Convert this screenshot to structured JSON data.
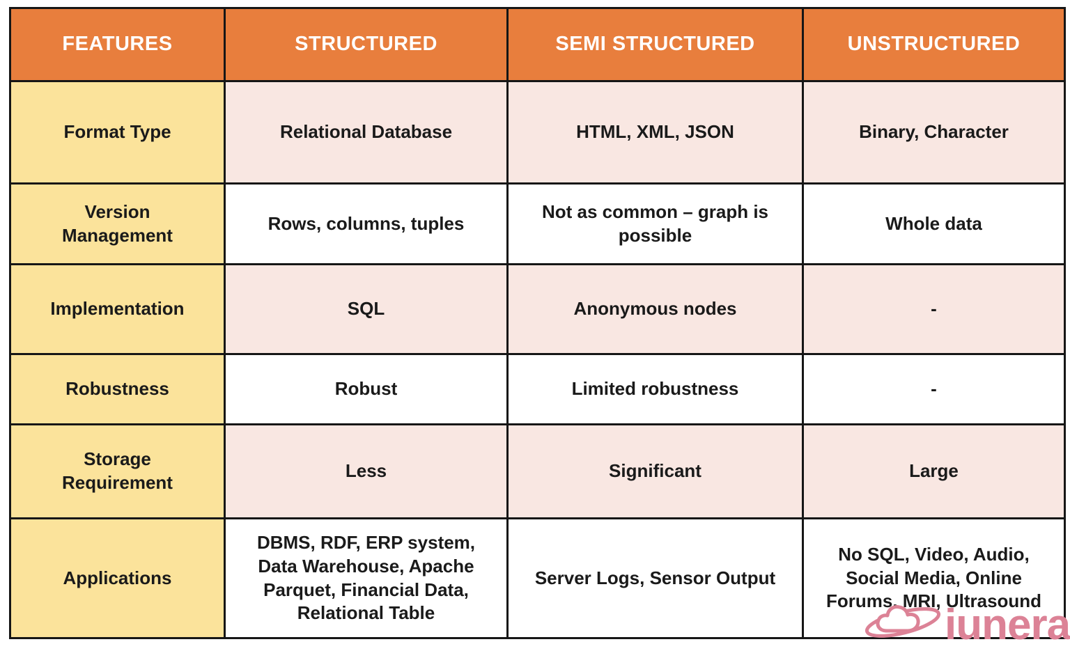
{
  "colors": {
    "header_bg": "#E87E3D",
    "header_text": "#FFFFFF",
    "feature_column_bg": "#FBE39B",
    "row_pink_bg": "#F9E7E2",
    "row_white_bg": "#FFFFFF",
    "border": "#161616",
    "body_text": "#1A1A1A",
    "logo_pink": "#DC8296"
  },
  "table": {
    "headers": [
      "FEATURES",
      "STRUCTURED",
      "SEMI STRUCTURED",
      "UNSTRUCTURED"
    ],
    "rows": [
      {
        "feature": "Format Type",
        "structured": "Relational Database",
        "semi_structured": "HTML, XML, JSON",
        "unstructured": "Binary, Character"
      },
      {
        "feature": "Version\nManagement",
        "structured": "Rows, columns, tuples",
        "semi_structured": "Not as common – graph is\npossible",
        "unstructured": "Whole data"
      },
      {
        "feature": "Implementation",
        "structured": "SQL",
        "semi_structured": "Anonymous nodes",
        "unstructured": "-"
      },
      {
        "feature": "Robustness",
        "structured": "Robust",
        "semi_structured": "Limited robustness",
        "unstructured": "-"
      },
      {
        "feature": "Storage\nRequirement",
        "structured": "Less",
        "semi_structured": "Significant",
        "unstructured": "Large"
      },
      {
        "feature": "Applications",
        "structured": "DBMS, RDF, ERP system,\nData Warehouse, Apache\nParquet, Financial Data,\nRelational Table",
        "semi_structured": "Server Logs, Sensor Output",
        "unstructured": "No SQL, Video, Audio,\nSocial Media, Online\nForums, MRI, Ultrasound"
      }
    ]
  },
  "chart_data": {
    "type": "table",
    "columns": [
      "FEATURES",
      "STRUCTURED",
      "SEMI STRUCTURED",
      "UNSTRUCTURED"
    ],
    "rows": [
      [
        "Format Type",
        "Relational Database",
        "HTML, XML, JSON",
        "Binary, Character"
      ],
      [
        "Version Management",
        "Rows, columns, tuples",
        "Not as common – graph is possible",
        "Whole data"
      ],
      [
        "Implementation",
        "SQL",
        "Anonymous nodes",
        "-"
      ],
      [
        "Robustness",
        "Robust",
        "Limited robustness",
        "-"
      ],
      [
        "Storage Requirement",
        "Less",
        "Significant",
        "Large"
      ],
      [
        "Applications",
        "DBMS, RDF, ERP system, Data Warehouse, Apache Parquet, Financial Data, Relational Table",
        "Server Logs, Sensor Output",
        "No SQL, Video, Audio, Social Media, Online Forums, MRI, Ultrasound"
      ]
    ],
    "legend_position": "none",
    "grid": true
  },
  "logo": {
    "text": "iunera",
    "icon": "cloud-swoosh-icon"
  }
}
